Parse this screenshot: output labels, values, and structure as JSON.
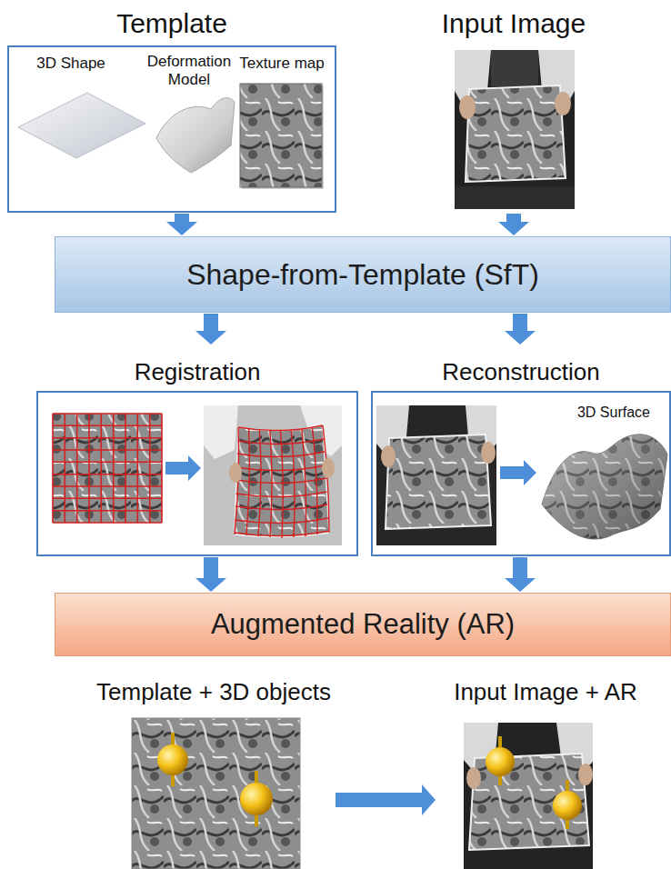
{
  "diagram": {
    "nodes": [
      {
        "text": [
          "Template"
        ]
      },
      {
        "text": [
          "Input Image"
        ]
      },
      {
        "text": [
          "Shape-from-Template (SfT)"
        ]
      },
      {
        "text": [
          "Registration"
        ]
      },
      {
        "text": [
          "Reconstruction"
        ]
      },
      {
        "text": [
          "Augmented Reality (AR)"
        ]
      },
      {
        "text": [
          "Template + 3D objects"
        ]
      },
      {
        "text": [
          "Input Image + AR"
        ]
      }
    ],
    "edges": [
      {
        "from": 0,
        "to": 2,
        "arrow": "to"
      },
      {
        "from": 1,
        "to": 2,
        "arrow": "to"
      },
      {
        "from": 2,
        "to": 3,
        "arrow": "to"
      },
      {
        "from": 2,
        "to": 4,
        "arrow": "to"
      },
      {
        "from": 3,
        "to": 5,
        "arrow": "to"
      },
      {
        "from": 4,
        "to": 5,
        "arrow": "to"
      },
      {
        "from": 6,
        "to": 7,
        "arrow": "to"
      }
    ],
    "labels": [
      "3D Shape",
      "Deformation Model",
      "Texture map",
      "3D Surface"
    ]
  }
}
